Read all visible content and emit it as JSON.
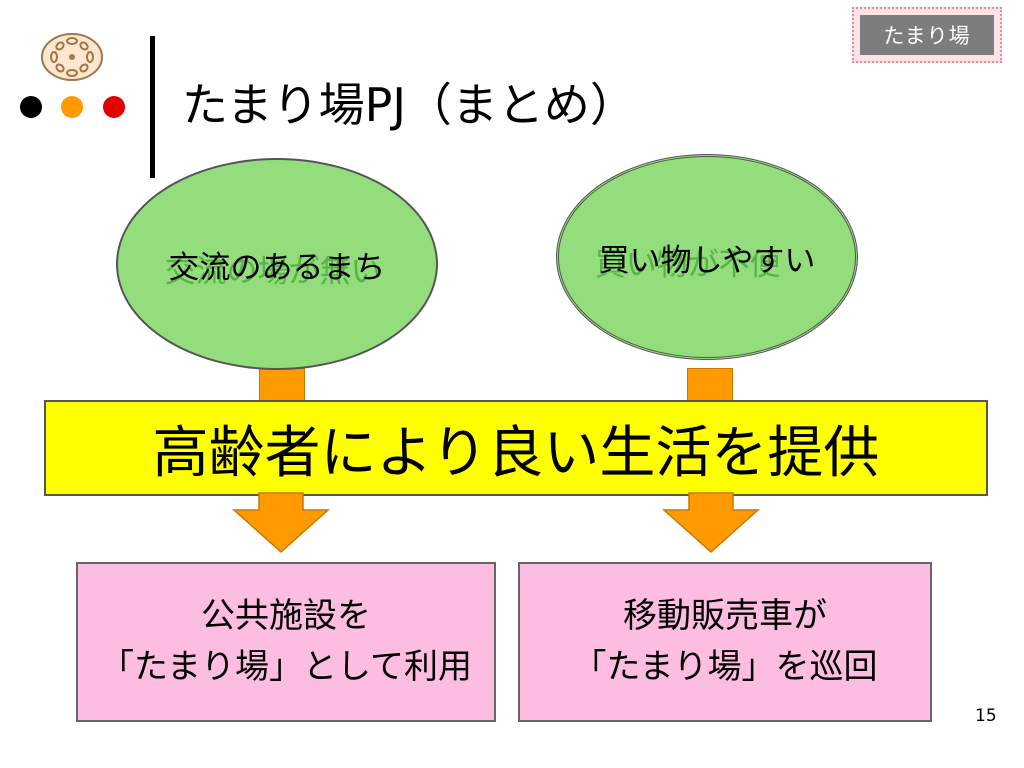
{
  "header": {
    "section_tag": "たまり場",
    "title": "たまり場PJ（まとめ）"
  },
  "decor": {
    "dot_colors": [
      "#000000",
      "#ff9a00",
      "#e00000"
    ]
  },
  "circles": [
    {
      "label": "交流のあるまち",
      "ghost_label": "交流の場が無い"
    },
    {
      "label": "買い物しやすい",
      "ghost_label": "買い物が不便"
    }
  ],
  "banner": {
    "text": "高齢者により良い生活を提供"
  },
  "boxes": [
    {
      "line1": "公共施設を",
      "line2": "「たまり場」として利用"
    },
    {
      "line1": "移動販売車が",
      "line2": "「たまり場」を巡回"
    }
  ],
  "footer": {
    "page_number": "15"
  },
  "colors": {
    "accent_orange": "#ff9a00",
    "circle_green": "#93dd7c",
    "banner_yellow": "#ffff00",
    "box_pink": "#fcbde0"
  }
}
